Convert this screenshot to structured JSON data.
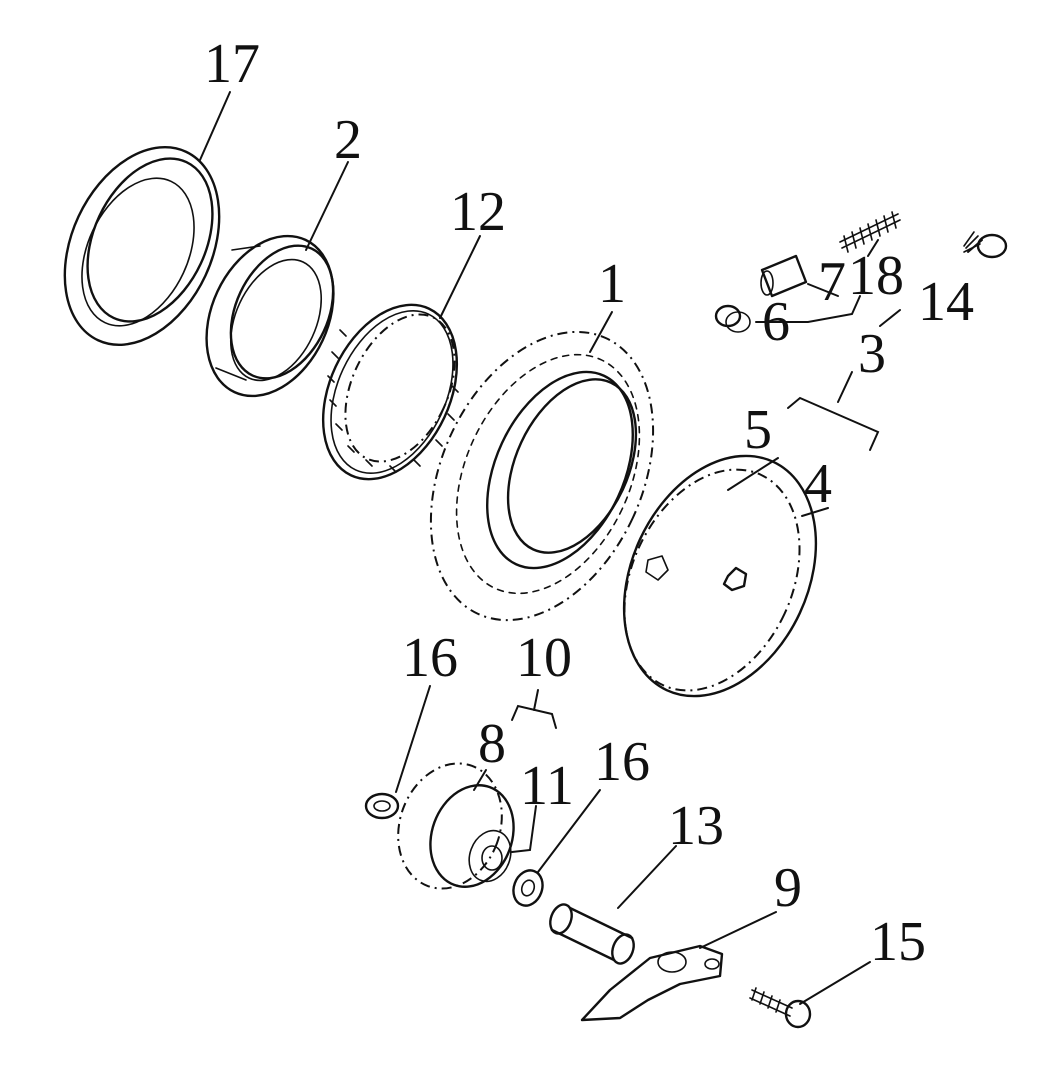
{
  "callouts": {
    "c1": "1",
    "c2": "2",
    "c3": "3",
    "c4": "4",
    "c5": "5",
    "c6": "6",
    "c7": "7",
    "c8": "8",
    "c9": "9",
    "c10": "10",
    "c11": "11",
    "c12": "12",
    "c13": "13",
    "c14": "14",
    "c15": "15",
    "c16a": "16",
    "c16b": "16",
    "c17": "17",
    "c18": "18"
  },
  "colors": {
    "ink": "#111111",
    "paper": "#ffffff"
  }
}
